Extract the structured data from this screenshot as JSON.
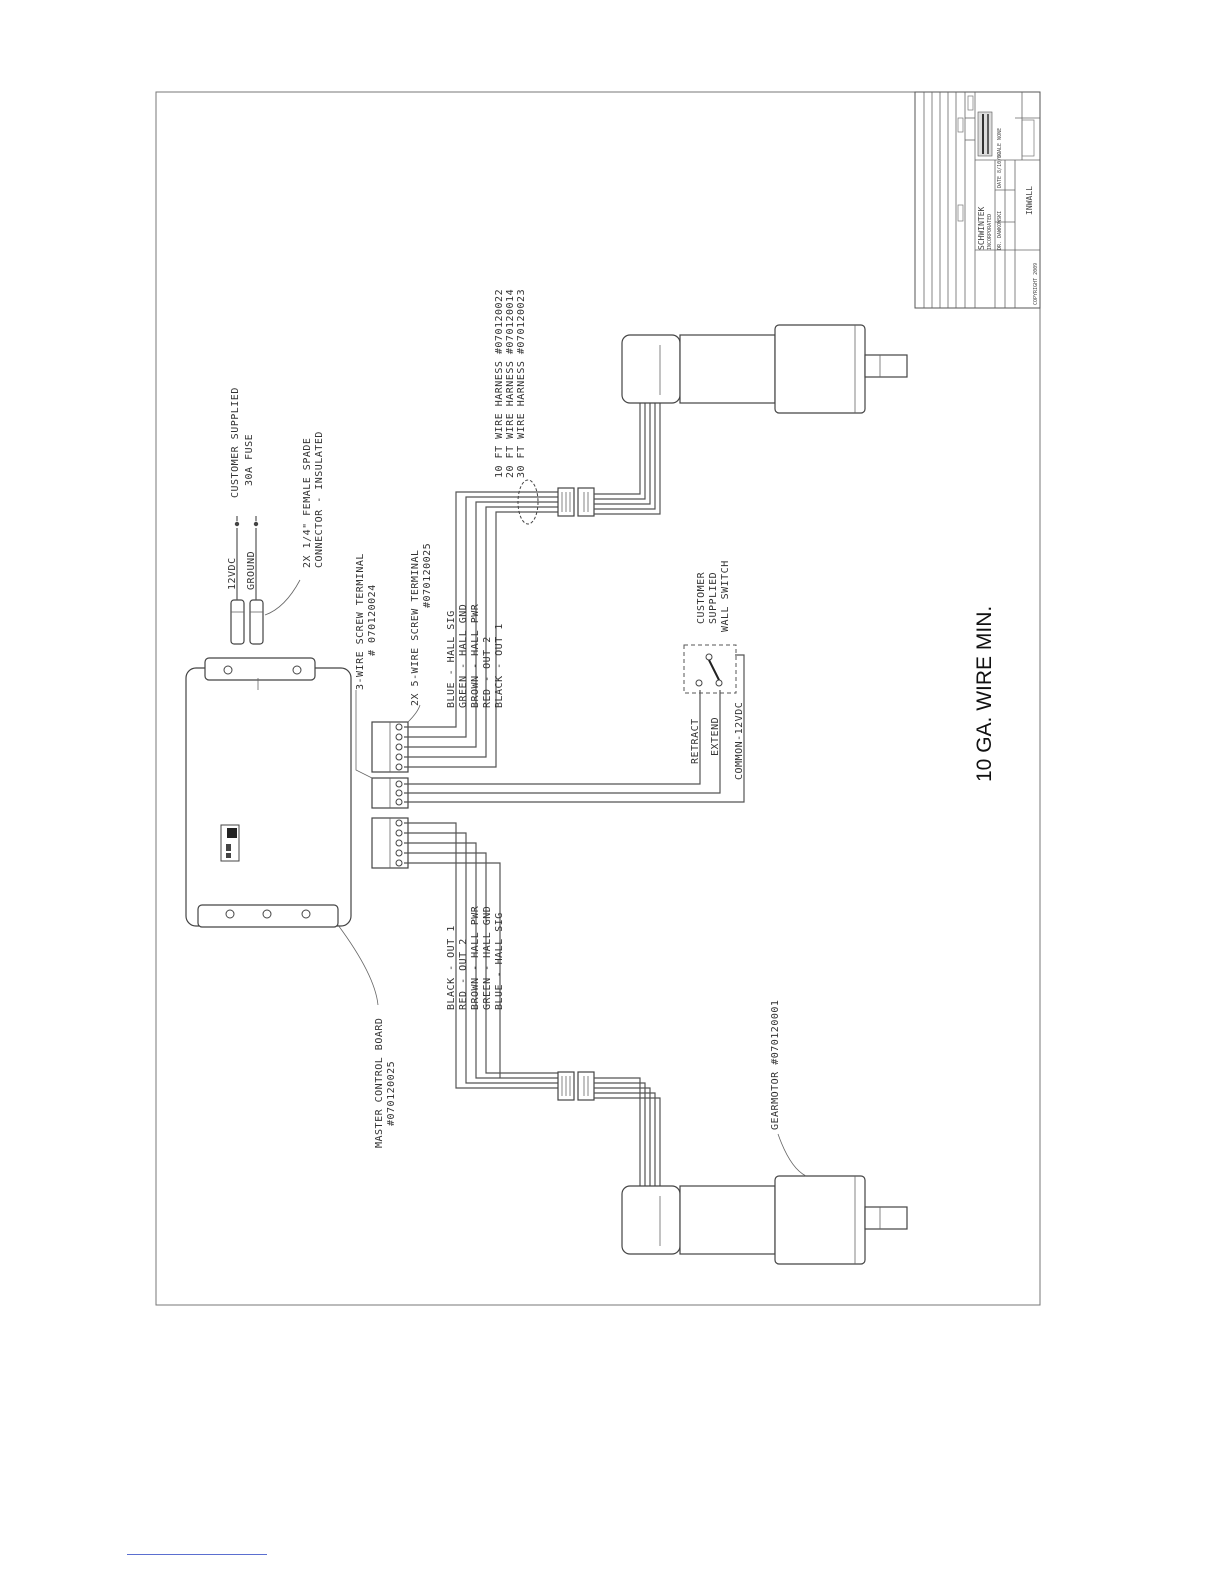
{
  "labels": {
    "customer_supplied_fuse": "CUSTOMER SUPPLIED",
    "fuse_rating": "30A FUSE",
    "twelve_vdc": "12VDC",
    "ground": "GROUND",
    "spade_connector_1": "2X 1/4\" FEMALE SPADE",
    "spade_connector_2": "CONNECTOR - INSULATED",
    "three_wire_terminal_1": "3-WIRE SCREW TERMINAL",
    "three_wire_terminal_2": "# 070120024",
    "five_wire_terminal_1": "2X 5-WIRE SCREW TERMINAL",
    "five_wire_terminal_2": "#070120025",
    "harness_10": "10 FT WIRE HARNESS #070120022",
    "harness_20": "20 FT WIRE HARNESS #070120014",
    "harness_30": "30 FT WIRE HARNESS #070120023",
    "master_board_1": "MASTER CONTROL BOARD",
    "master_board_2": "#070120025",
    "gearmotor": "GEARMOTOR #070120001",
    "switch_1": "CUSTOMER",
    "switch_2": "SUPPLIED",
    "switch_3": "WALL SWITCH",
    "retract": "RETRACT",
    "extend": "EXTEND",
    "common": "COMMON-12VDC",
    "wire_min": "10 GA. WIRE MIN."
  },
  "top_wires": [
    "BLUE - HALL SIG",
    "GREEN - HALL GND",
    "BROWN - HALL PWR",
    "RED - OUT 2",
    "BLACK - OUT 1"
  ],
  "bottom_wires": [
    "BLACK - OUT 1",
    "RED - OUT 2",
    "BROWN - HALL PWR",
    "GREEN - HALL GND",
    "BLUE - HALL SIG"
  ],
  "title_block": {
    "company": "SCHWINTEK",
    "incorporated": "INCORPORATED",
    "drawn_by": "DR. DAWKOWSKI",
    "date": "DATE 8/10/09",
    "scale": "SCALE NONE",
    "name": "INWALL",
    "copyright": "COPYRIGHT 2009"
  }
}
